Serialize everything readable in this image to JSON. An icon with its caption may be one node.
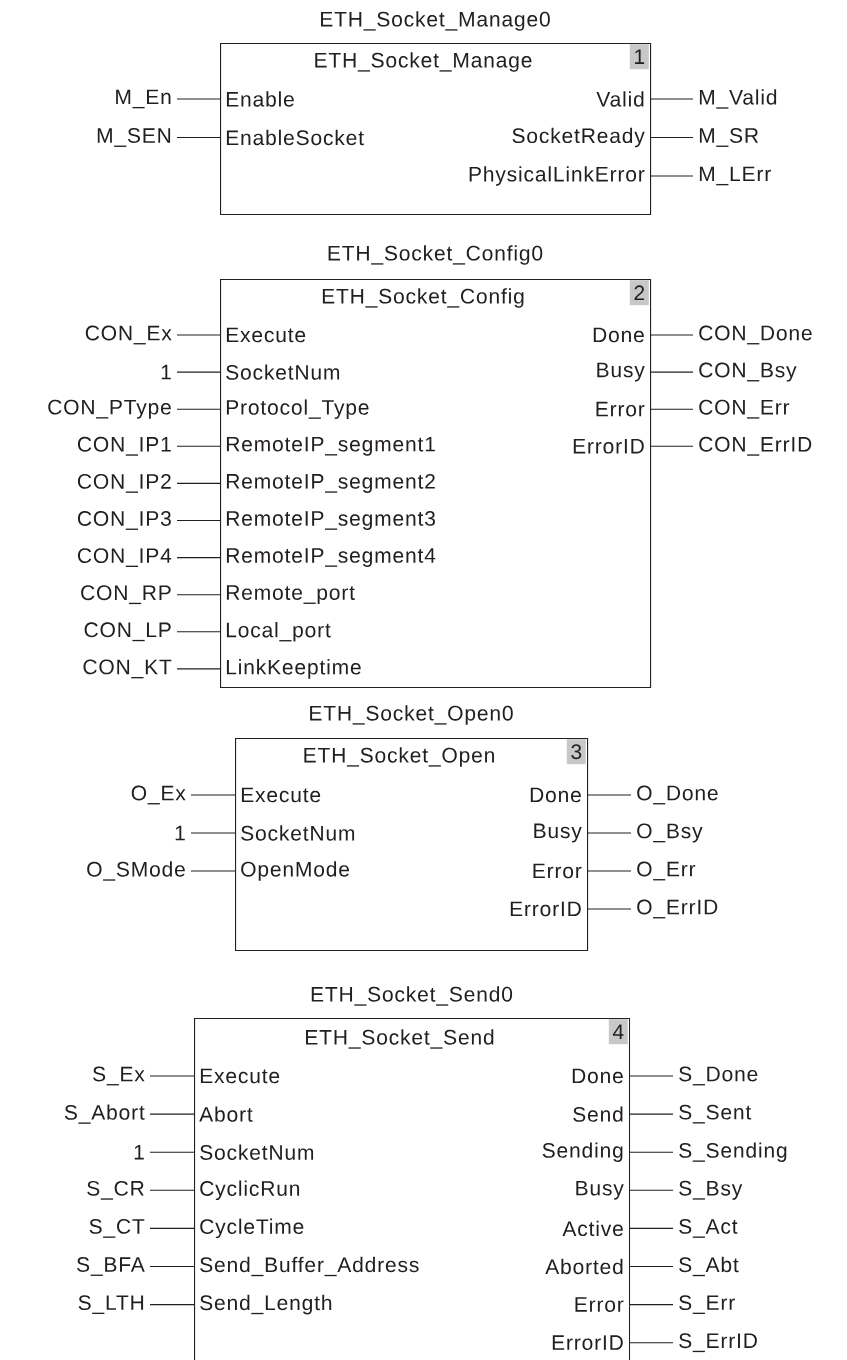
{
  "diagram": {
    "nodes": [
      {
        "text": [
          "ETH_Socket_Manage0",
          "ETH_Socket_Manage",
          "1"
        ]
      },
      {
        "text": [
          "Enable"
        ],
        "in": 0
      },
      {
        "text": [
          "EnableSocket"
        ],
        "in": 0
      },
      {
        "text": [
          "Valid"
        ],
        "in": 0
      },
      {
        "text": [
          "SocketReady"
        ],
        "in": 0
      },
      {
        "text": [
          "PhysicalLinkError"
        ],
        "in": 0
      },
      {
        "text": [
          "M_En"
        ]
      },
      {
        "text": [
          "M_SEN"
        ]
      },
      {
        "text": [
          "M_Valid"
        ]
      },
      {
        "text": [
          "M_SR"
        ]
      },
      {
        "text": [
          "M_LErr"
        ]
      },
      {
        "text": [
          "ETH_Socket_Config0",
          "ETH_Socket_Config",
          "2"
        ]
      },
      {
        "text": [
          "Execute"
        ],
        "in": 11
      },
      {
        "text": [
          "SocketNum"
        ],
        "in": 11
      },
      {
        "text": [
          "Protocol_Type"
        ],
        "in": 11
      },
      {
        "text": [
          "RemoteIP_segment1"
        ],
        "in": 11
      },
      {
        "text": [
          "RemoteIP_segment2"
        ],
        "in": 11
      },
      {
        "text": [
          "RemoteIP_segment3"
        ],
        "in": 11
      },
      {
        "text": [
          "RemoteIP_segment4"
        ],
        "in": 11
      },
      {
        "text": [
          "Remote_port"
        ],
        "in": 11
      },
      {
        "text": [
          "Local_port"
        ],
        "in": 11
      },
      {
        "text": [
          "LinkKeeptime"
        ],
        "in": 11
      },
      {
        "text": [
          "Done"
        ],
        "in": 11
      },
      {
        "text": [
          "Busy"
        ],
        "in": 11
      },
      {
        "text": [
          "Error"
        ],
        "in": 11
      },
      {
        "text": [
          "ErrorID"
        ],
        "in": 11
      },
      {
        "text": [
          "CON_Ex"
        ]
      },
      {
        "text": [
          "1"
        ]
      },
      {
        "text": [
          "CON_PType"
        ]
      },
      {
        "text": [
          "CON_IP1"
        ]
      },
      {
        "text": [
          "CON_IP2"
        ]
      },
      {
        "text": [
          "CON_IP3"
        ]
      },
      {
        "text": [
          "CON_IP4"
        ]
      },
      {
        "text": [
          "CON_RP"
        ]
      },
      {
        "text": [
          "CON_LP"
        ]
      },
      {
        "text": [
          "CON_KT"
        ]
      },
      {
        "text": [
          "CON_Done"
        ]
      },
      {
        "text": [
          "CON_Bsy"
        ]
      },
      {
        "text": [
          "CON_Err"
        ]
      },
      {
        "text": [
          "CON_ErrID"
        ]
      },
      {
        "text": [
          "ETH_Socket_Open0",
          "ETH_Socket_Open",
          "3"
        ]
      },
      {
        "text": [
          "Execute"
        ],
        "in": 40
      },
      {
        "text": [
          "SocketNum"
        ],
        "in": 40
      },
      {
        "text": [
          "OpenMode"
        ],
        "in": 40
      },
      {
        "text": [
          "Done"
        ],
        "in": 40
      },
      {
        "text": [
          "Busy"
        ],
        "in": 40
      },
      {
        "text": [
          "Error"
        ],
        "in": 40
      },
      {
        "text": [
          "ErrorID"
        ],
        "in": 40
      },
      {
        "text": [
          "O_Ex"
        ]
      },
      {
        "text": [
          "1"
        ]
      },
      {
        "text": [
          "O_SMode"
        ]
      },
      {
        "text": [
          "O_Done"
        ]
      },
      {
        "text": [
          "O_Bsy"
        ]
      },
      {
        "text": [
          "O_Err"
        ]
      },
      {
        "text": [
          "O_ErrID"
        ]
      },
      {
        "text": [
          "ETH_Socket_Send0",
          "ETH_Socket_Send",
          "4"
        ]
      },
      {
        "text": [
          "Execute"
        ],
        "in": 55
      },
      {
        "text": [
          "Abort"
        ],
        "in": 55
      },
      {
        "text": [
          "SocketNum"
        ],
        "in": 55
      },
      {
        "text": [
          "CyclicRun"
        ],
        "in": 55
      },
      {
        "text": [
          "CycleTime"
        ],
        "in": 55
      },
      {
        "text": [
          "Send_Buffer_Address"
        ],
        "in": 55
      },
      {
        "text": [
          "Send_Length"
        ],
        "in": 55
      },
      {
        "text": [
          "Done"
        ],
        "in": 55
      },
      {
        "text": [
          "Send"
        ],
        "in": 55
      },
      {
        "text": [
          "Sending"
        ],
        "in": 55
      },
      {
        "text": [
          "Busy"
        ],
        "in": 55
      },
      {
        "text": [
          "Active"
        ],
        "in": 55
      },
      {
        "text": [
          "Aborted"
        ],
        "in": 55
      },
      {
        "text": [
          "Error"
        ],
        "in": 55
      },
      {
        "text": [
          "ErrorID"
        ],
        "in": 55
      },
      {
        "text": [
          "S_Ex"
        ]
      },
      {
        "text": [
          "S_Abort"
        ]
      },
      {
        "text": [
          "1"
        ]
      },
      {
        "text": [
          "S_CR"
        ]
      },
      {
        "text": [
          "S_CT"
        ]
      },
      {
        "text": [
          "S_BFA"
        ]
      },
      {
        "text": [
          "S_LTH"
        ]
      },
      {
        "text": [
          "S_Done"
        ]
      },
      {
        "text": [
          "S_Sent"
        ]
      },
      {
        "text": [
          "S_Sending"
        ]
      },
      {
        "text": [
          "S_Bsy"
        ]
      },
      {
        "text": [
          "S_Act"
        ]
      },
      {
        "text": [
          "S_Abt"
        ]
      },
      {
        "text": [
          "S_Err"
        ]
      },
      {
        "text": [
          "S_ErrID"
        ]
      }
    ],
    "edges": [
      {
        "from": 6,
        "to": 1,
        "arrow": "none"
      },
      {
        "from": 7,
        "to": 2,
        "arrow": "none"
      },
      {
        "from": 3,
        "to": 8,
        "arrow": "none"
      },
      {
        "from": 4,
        "to": 9,
        "arrow": "none"
      },
      {
        "from": 5,
        "to": 10,
        "arrow": "none"
      },
      {
        "from": 26,
        "to": 12,
        "arrow": "none"
      },
      {
        "from": 27,
        "to": 13,
        "arrow": "none"
      },
      {
        "from": 28,
        "to": 14,
        "arrow": "none"
      },
      {
        "from": 29,
        "to": 15,
        "arrow": "none"
      },
      {
        "from": 30,
        "to": 16,
        "arrow": "none"
      },
      {
        "from": 31,
        "to": 17,
        "arrow": "none"
      },
      {
        "from": 32,
        "to": 18,
        "arrow": "none"
      },
      {
        "from": 33,
        "to": 19,
        "arrow": "none"
      },
      {
        "from": 34,
        "to": 20,
        "arrow": "none"
      },
      {
        "from": 35,
        "to": 21,
        "arrow": "none"
      },
      {
        "from": 22,
        "to": 36,
        "arrow": "none"
      },
      {
        "from": 23,
        "to": 37,
        "arrow": "none"
      },
      {
        "from": 24,
        "to": 38,
        "arrow": "none"
      },
      {
        "from": 25,
        "to": 39,
        "arrow": "none"
      },
      {
        "from": 48,
        "to": 41,
        "arrow": "none"
      },
      {
        "from": 49,
        "to": 42,
        "arrow": "none"
      },
      {
        "from": 50,
        "to": 43,
        "arrow": "none"
      },
      {
        "from": 44,
        "to": 51,
        "arrow": "none"
      },
      {
        "from": 45,
        "to": 52,
        "arrow": "none"
      },
      {
        "from": 46,
        "to": 53,
        "arrow": "none"
      },
      {
        "from": 47,
        "to": 54,
        "arrow": "none"
      },
      {
        "from": 71,
        "to": 56,
        "arrow": "none"
      },
      {
        "from": 72,
        "to": 57,
        "arrow": "none"
      },
      {
        "from": 73,
        "to": 58,
        "arrow": "none"
      },
      {
        "from": 74,
        "to": 59,
        "arrow": "none"
      },
      {
        "from": 75,
        "to": 60,
        "arrow": "none"
      },
      {
        "from": 76,
        "to": 61,
        "arrow": "none"
      },
      {
        "from": 77,
        "to": 62,
        "arrow": "none"
      },
      {
        "from": 63,
        "to": 78,
        "arrow": "none"
      },
      {
        "from": 64,
        "to": 79,
        "arrow": "none"
      },
      {
        "from": 65,
        "to": 80,
        "arrow": "none"
      },
      {
        "from": 66,
        "to": 81,
        "arrow": "none"
      },
      {
        "from": 67,
        "to": 82,
        "arrow": "none"
      },
      {
        "from": 68,
        "to": 83,
        "arrow": "none"
      },
      {
        "from": 69,
        "to": 84,
        "arrow": "none"
      },
      {
        "from": 70,
        "to": 85,
        "arrow": "none"
      }
    ]
  }
}
